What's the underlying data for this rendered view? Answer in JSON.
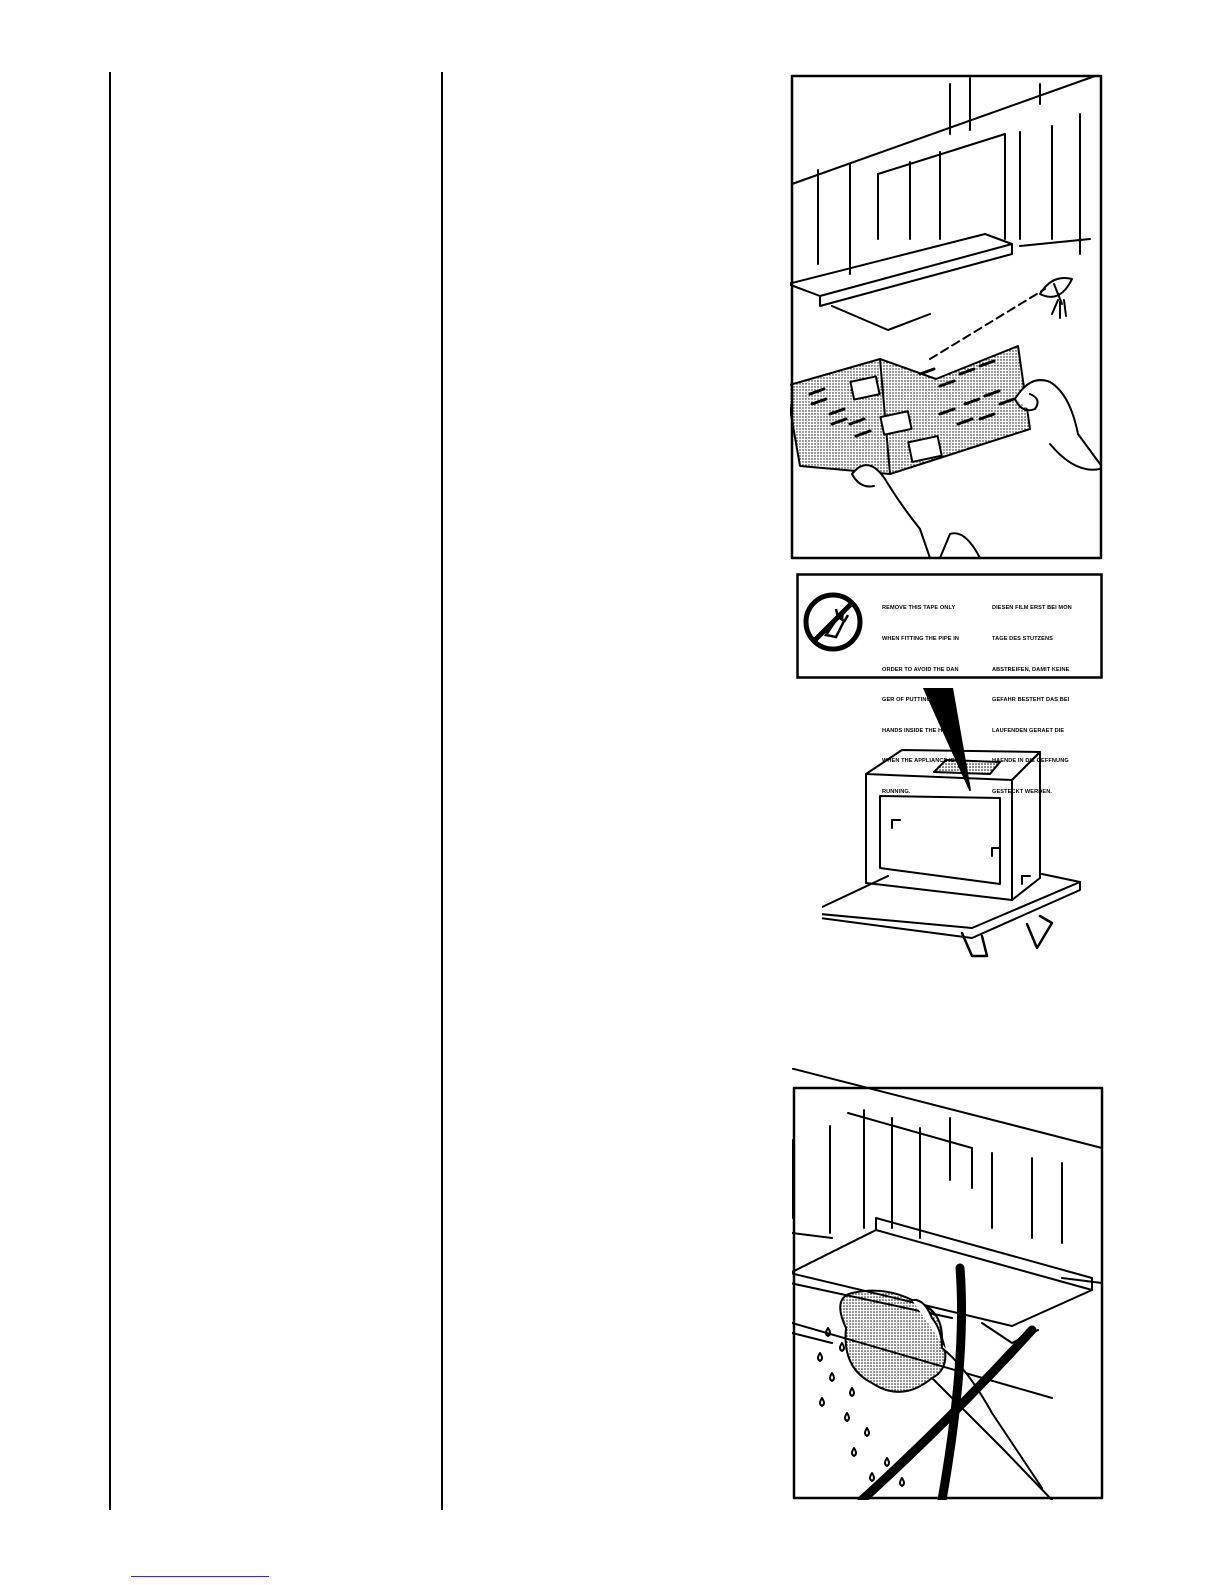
{
  "warning_label": {
    "english_lines": [
      "REMOVE THIS TAPE ONLY",
      "WHEN FITTING THE PIPE IN",
      "ORDER TO AVOID THE DAN",
      "GER OF PUTTING YOUR",
      "HANDS INSIDE THE HOLE",
      "WHEN THE APPLIANCE IS",
      "RUNNING."
    ],
    "german_lines": [
      "DIESEN FILM ERST BEI MON",
      "TAGE DES STUTZENS",
      "ABSTREIFEN, DAMIT KEINE",
      "GEFAHR BESTEHT DAS BEI",
      "LAUFENDEN GERAET DIE",
      "HAENDE IN DIE OEFFNUNG",
      "GESTECKT WERDEN."
    ]
  },
  "icons": {
    "prohibited_hand": "no-hand-prohibition-icon",
    "eye": "eye-icon",
    "water_drops": "water-drop-icon",
    "cross": "cross-out-icon"
  },
  "colors": {
    "ink": "#000000",
    "paper": "#ffffff",
    "link": "#2a2aff"
  }
}
